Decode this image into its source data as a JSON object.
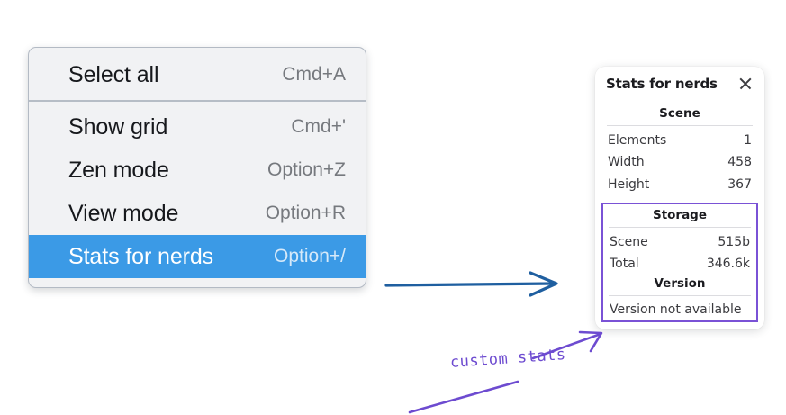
{
  "menu": {
    "groups": [
      {
        "items": [
          {
            "label": "Select all",
            "shortcut": "Cmd+A",
            "selected": false
          }
        ]
      },
      {
        "items": [
          {
            "label": "Show grid",
            "shortcut": "Cmd+'",
            "selected": false
          },
          {
            "label": "Zen mode",
            "shortcut": "Option+Z",
            "selected": false
          },
          {
            "label": "View mode",
            "shortcut": "Option+R",
            "selected": false
          },
          {
            "label": "Stats for nerds",
            "shortcut": "Option+/",
            "selected": true
          }
        ]
      }
    ],
    "items": [
      {
        "label": "Select all",
        "shortcut": "Cmd+A"
      },
      {
        "label": "Show grid",
        "shortcut": "Cmd+'"
      },
      {
        "label": "Zen mode",
        "shortcut": "Option+Z"
      },
      {
        "label": "View mode",
        "shortcut": "Option+R"
      },
      {
        "label": "Stats for nerds",
        "shortcut": "Option+/"
      }
    ],
    "selected_index": 4,
    "highlight_color": "#3b9ae6"
  },
  "stats_panel": {
    "title": "Stats for nerds",
    "close_icon": "close-icon",
    "scene": {
      "heading": "Scene",
      "rows": [
        {
          "label": "Elements",
          "value": "1"
        },
        {
          "label": "Width",
          "value": "458"
        },
        {
          "label": "Height",
          "value": "367"
        }
      ]
    },
    "storage": {
      "heading": "Storage",
      "rows": [
        {
          "label": "Scene",
          "value": "515b"
        },
        {
          "label": "Total",
          "value": "346.6k"
        }
      ]
    },
    "version": {
      "heading": "Version",
      "note": "Version not available"
    },
    "highlight_color": "#7a52d6"
  },
  "annotations": {
    "flow_arrow_color": "#1f5fa0",
    "callout_label": "custom stats",
    "callout_color": "#6d4bd0"
  }
}
